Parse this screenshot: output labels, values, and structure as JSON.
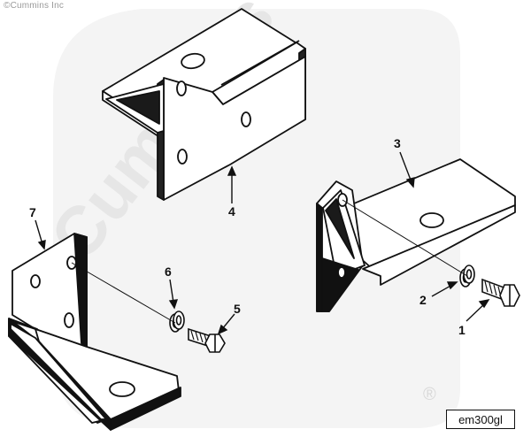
{
  "copyright": "©Cummins Inc",
  "watermark": {
    "text": "Cummins",
    "registered_mark": "®",
    "color": "#ececec"
  },
  "callouts": {
    "c1": "1",
    "c2": "2",
    "c3": "3",
    "c4": "4",
    "c5": "5",
    "c6": "6",
    "c7": "7"
  },
  "drawing_id": "em300gl",
  "colors": {
    "line": "#111111",
    "shade": "#1a1a1a",
    "background": "#ffffff"
  }
}
